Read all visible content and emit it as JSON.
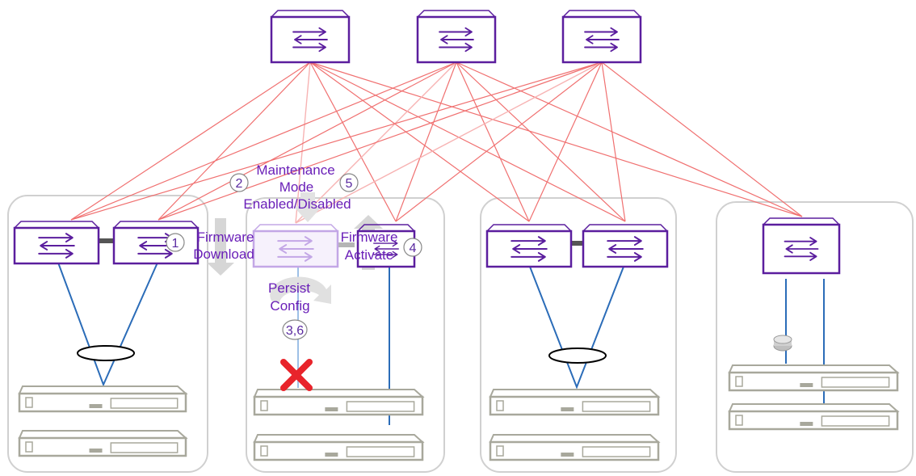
{
  "colors": {
    "switch_stroke": "#5b1e9e",
    "switch_faded": "#c3a7e6",
    "uplink_red": "#f07070",
    "uplink_faded": "#f7b3b3",
    "host_link_blue": "#2b6cb8",
    "group_border": "#d0d0d0",
    "server_gray": "#a8a89c",
    "label_purple": "#6a1fb8",
    "fail_red": "#e8242b",
    "arrow_gray": "#d6d6d6"
  },
  "icons": {
    "switch": "bidirectional-arrows-switch-icon",
    "server": "rack-server-icon",
    "failure": "red-x-icon",
    "bond": "lag-ellipse-icon",
    "single_attach": "disk-connector-icon"
  },
  "labels": {
    "firmware_download": [
      "Firmware",
      "Download"
    ],
    "maintenance_mode": [
      "Maintenance",
      "Mode",
      "Enabled/Disabled"
    ],
    "firmware_activate": [
      "Firmware",
      "Activate"
    ],
    "persist_config": [
      "Persist",
      "Config"
    ]
  },
  "steps": {
    "download": "1",
    "maintenance_enable": "2",
    "persist": "3,6",
    "activate": "4",
    "maintenance_disable": "5"
  }
}
